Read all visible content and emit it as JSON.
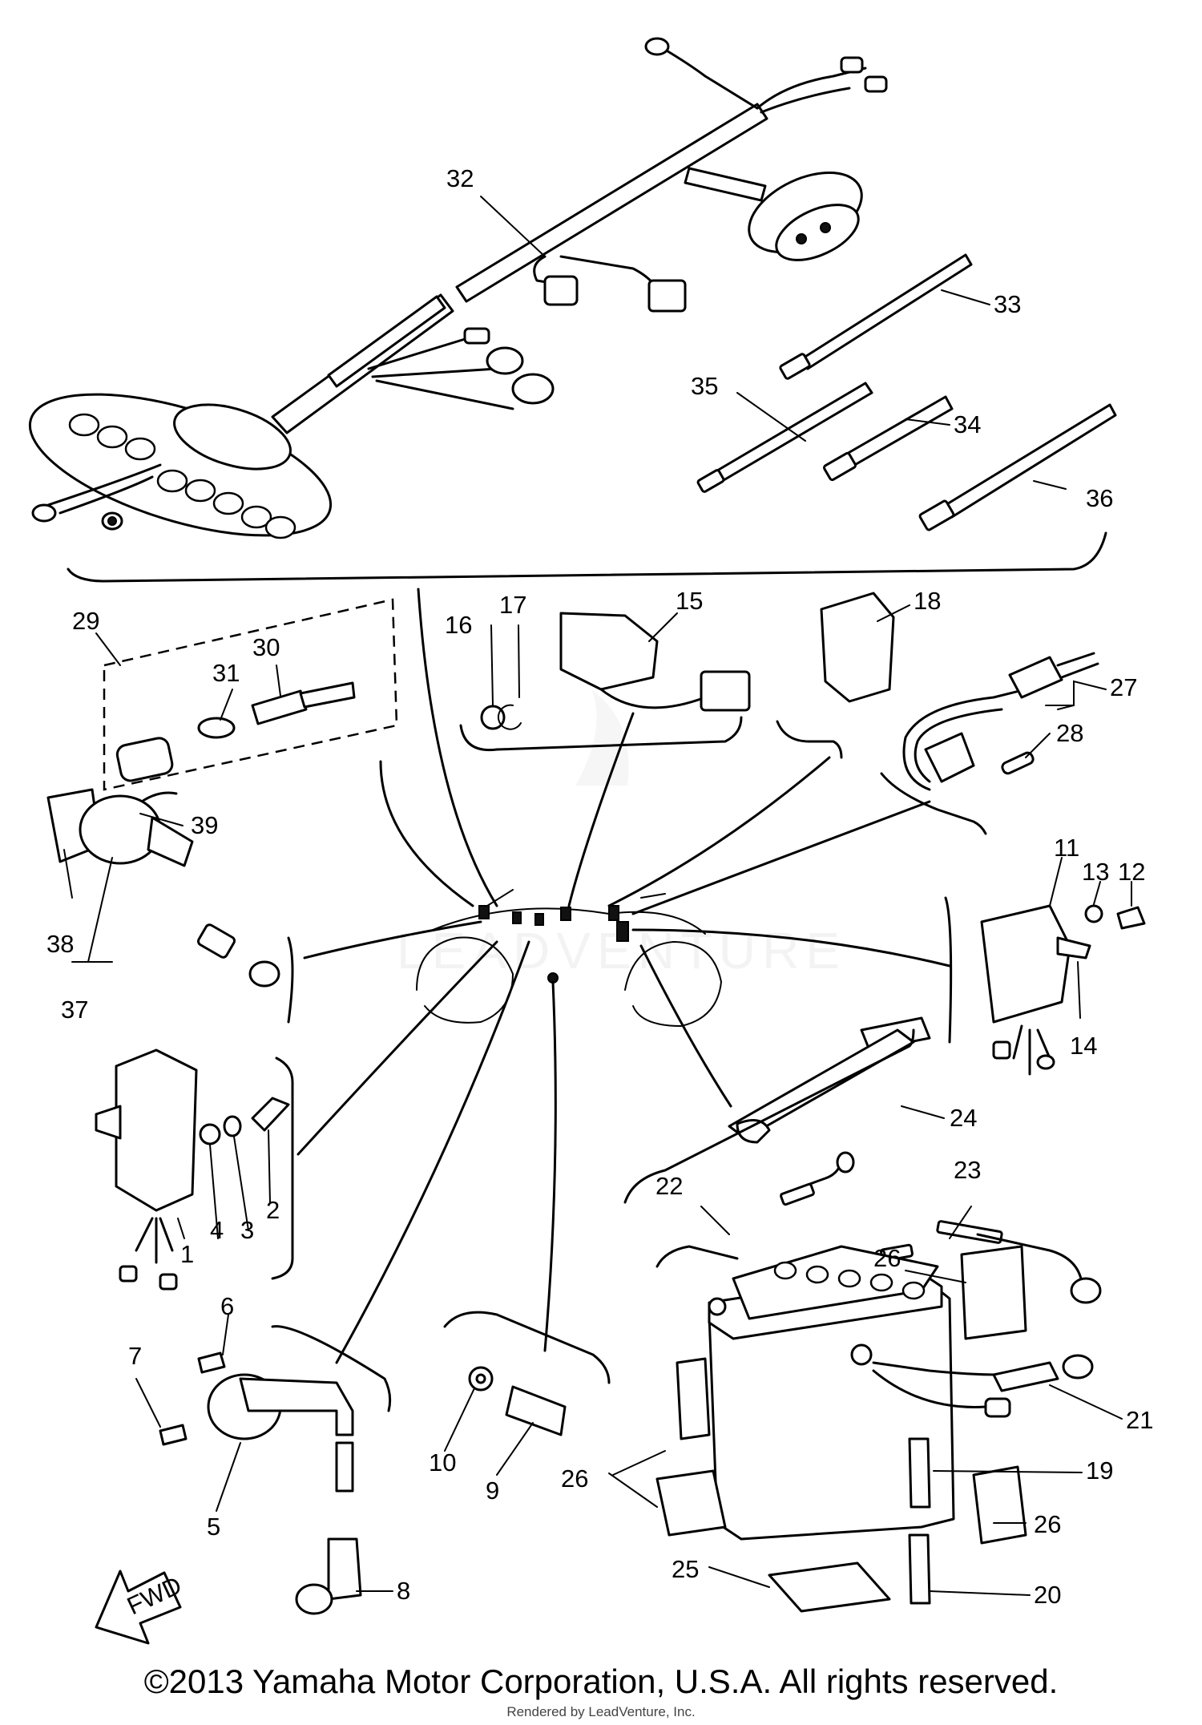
{
  "labels": [
    "1",
    "2",
    "3",
    "4",
    "5",
    "6",
    "7",
    "8",
    "9",
    "10",
    "11",
    "12",
    "13",
    "14",
    "15",
    "16",
    "17",
    "18",
    "19",
    "20",
    "21",
    "22",
    "23",
    "24",
    "25",
    "26",
    "26",
    "26",
    "26",
    "27",
    "28",
    "29",
    "30",
    "31",
    "32",
    "33",
    "34",
    "35",
    "36",
    "37",
    "38",
    "39"
  ],
  "arrow_text": "FWD",
  "watermark": "LEADVENTURE",
  "copyright": "©2013 Yamaha Motor Corporation, U.S.A. All rights reserved.",
  "render_note": "Rendered by LeadVenture, Inc."
}
